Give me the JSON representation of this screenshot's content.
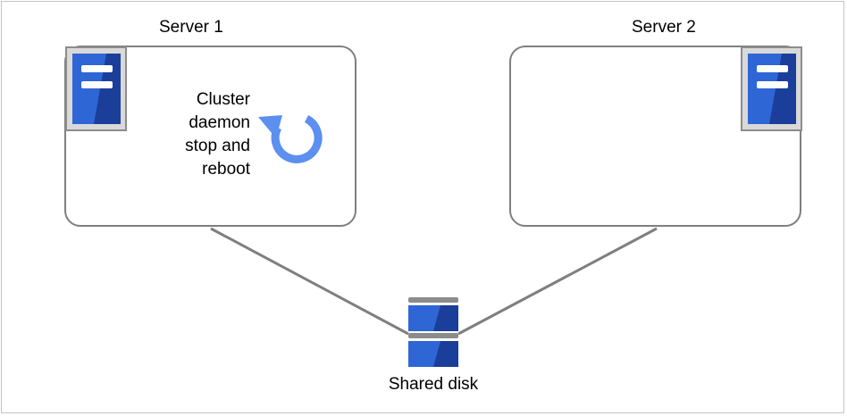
{
  "server1": {
    "label": "Server 1",
    "action_lines": [
      "Cluster",
      "daemon",
      "stop and",
      "reboot"
    ]
  },
  "server2": {
    "label": "Server 2"
  },
  "shared_disk": {
    "label": "Shared disk"
  },
  "icons": {
    "server": "server-icon",
    "reboot": "reboot-icon",
    "disk": "shared-disk-icon"
  },
  "colors": {
    "server_blue": "#2a5fd0",
    "server_blue_dark": "#1b3e9a",
    "reboot_blue": "#5b8ff0",
    "box_border": "#7f7f7f",
    "link_line": "#7f7f7f"
  }
}
